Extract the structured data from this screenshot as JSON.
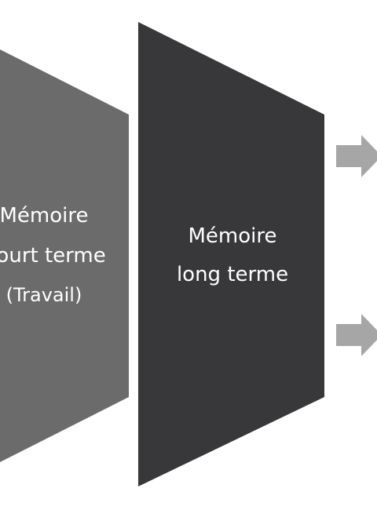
{
  "stages": [
    {
      "lines": [
        "Mémoire",
        "Court terme",
        "(Travail)"
      ],
      "color": "#6b6b6b"
    },
    {
      "lines": [
        "Mémoire",
        "long terme"
      ],
      "color": "#38383a"
    }
  ],
  "arrows": {
    "color": "#a6a6a6",
    "count": 2
  }
}
